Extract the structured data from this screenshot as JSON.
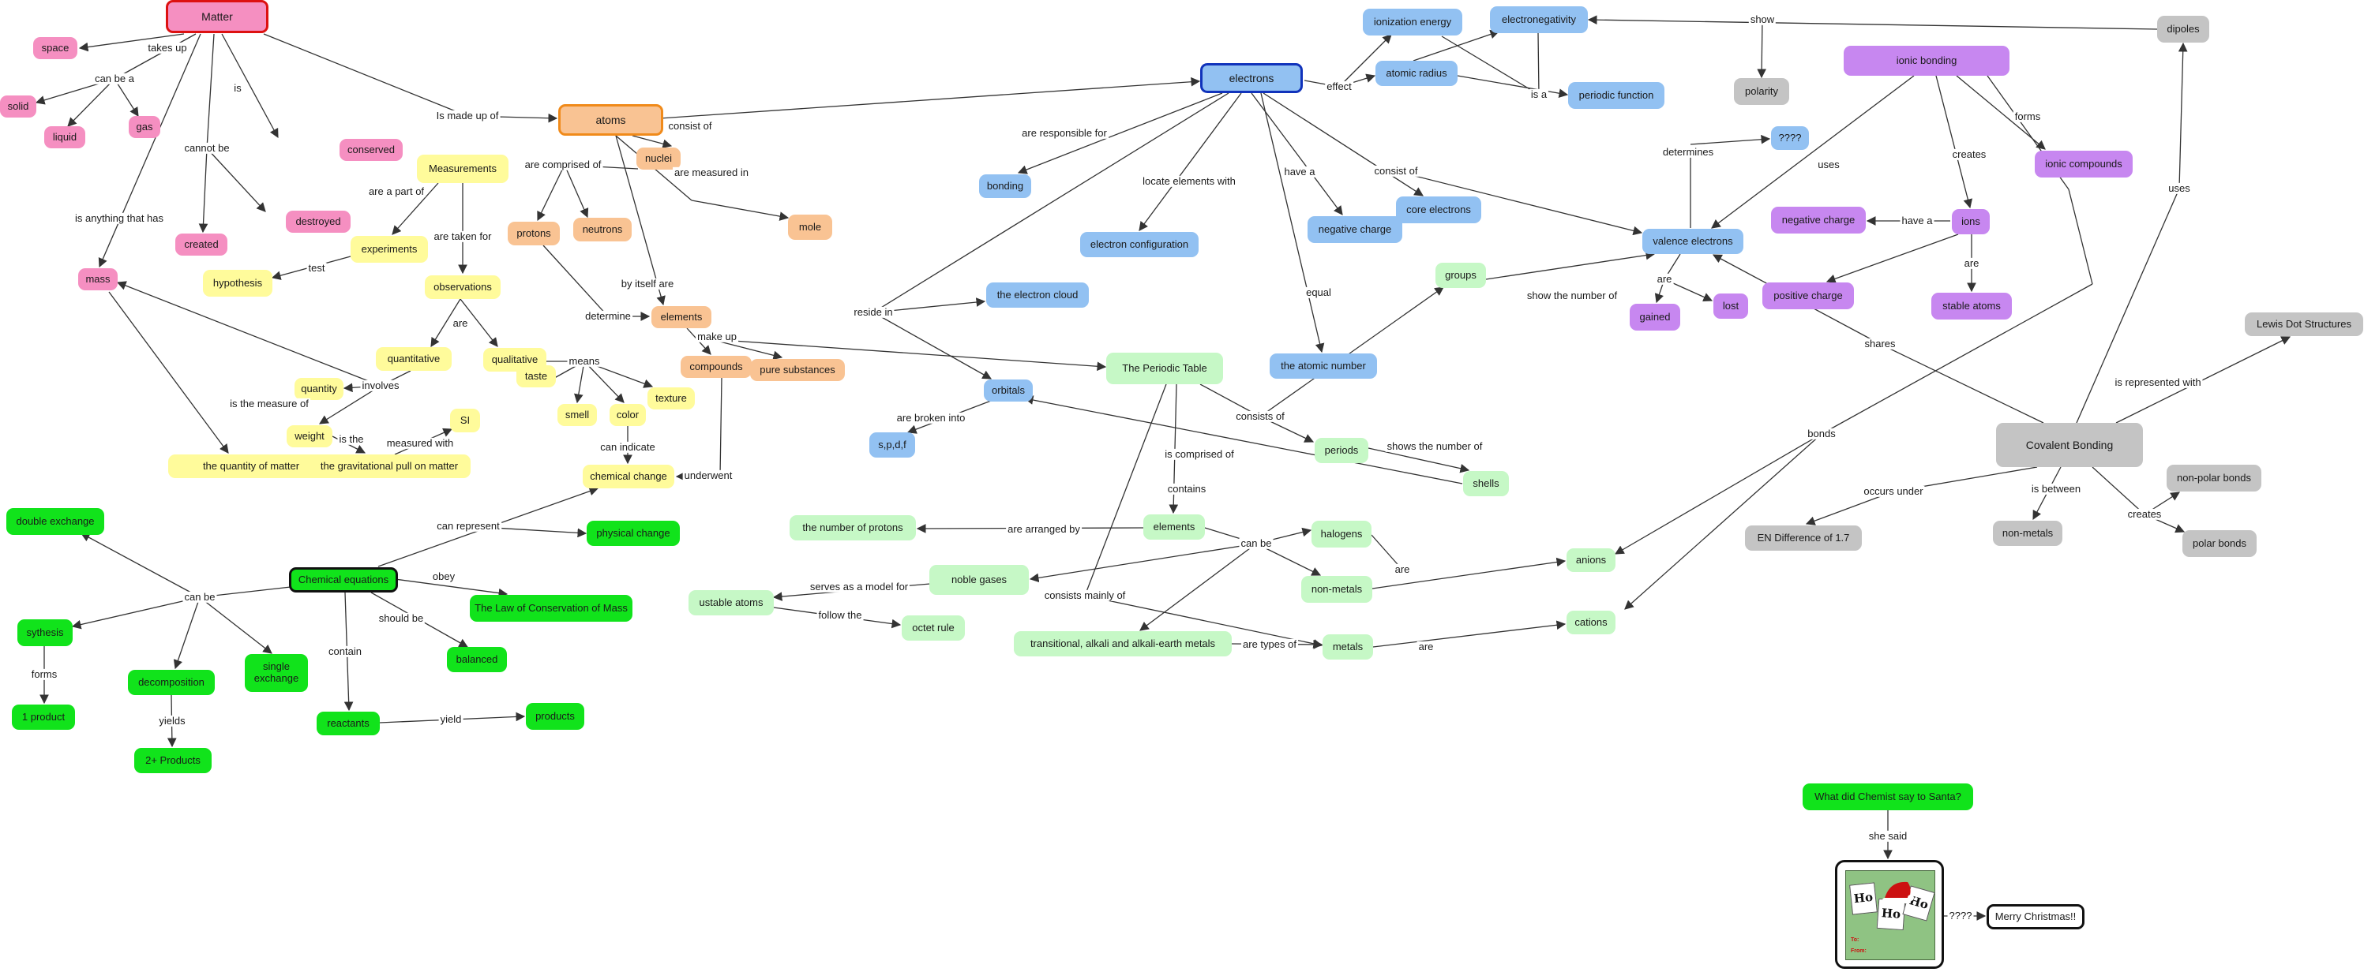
{
  "colors": {
    "pink": "#f58fc1",
    "orange": "#f9c393",
    "yellow": "#fffb9b",
    "blue": "#92c1f2",
    "light_green": "#c6f8c6",
    "green": "#11e31b",
    "purple": "#c787f0",
    "gray": "#c4c4c4",
    "edge": "#333333",
    "card_bg": "#8fc383",
    "hat_red": "#cc1111"
  },
  "nodes": {
    "matter": "Matter",
    "space": "space",
    "solid": "solid",
    "liquid": "liquid",
    "gas": "gas",
    "conserved": "conserved",
    "created": "created",
    "destroyed": "destroyed",
    "mass": "mass",
    "quantity_of_matter": "the quantity of matter",
    "atoms": "atoms",
    "nuclei": "nuclei",
    "protons": "protons",
    "neutrons": "neutrons",
    "mole": "mole",
    "elements_o": "elements",
    "compounds": "compounds",
    "pure_substances": "pure substances",
    "measurements": "Measurements",
    "experiments": "experiments",
    "hypothesis": "hypothesis",
    "observations": "observations",
    "quantitative": "quantitative",
    "qualitative": "qualitative",
    "quantity": "quantity",
    "weight": "weight",
    "grav_pull": "the gravitational pull on matter",
    "si": "SI",
    "taste": "taste",
    "smell": "smell",
    "color": "color",
    "texture": "texture",
    "chemical_change": "chemical change",
    "physical_change": "physical change",
    "chem_eq": "Chemical equations",
    "double_exchange": "double exchange",
    "synthesis": "sythesis",
    "one_product": "1 product",
    "decomposition": "decomposition",
    "two_products": "2+ Products",
    "single_exchange": "single exchange",
    "reactants": "reactants",
    "products": "products",
    "conservation_law": "The Law of Conservation of Mass",
    "balanced": "balanced",
    "electrons": "electrons",
    "bonding": "bonding",
    "electron_config": "electron configuration",
    "electron_cloud": "the electron cloud",
    "orbitals": "orbitals",
    "spdf": "s,p,d,f",
    "negative_charge_e": "negative charge",
    "core_electrons": "core electrons",
    "atomic_number": "the atomic number",
    "ionization_energy": "ionization energy",
    "electronegativity": "electronegativity",
    "atomic_radius": "atomic radius",
    "periodic_function": "periodic function",
    "dipoles": "dipoles",
    "polarity": "polarity",
    "ionic_bonding": "ionic bonding",
    "qqqq": "????",
    "ionic_compounds": "ionic compounds",
    "valence_electrons": "valence electrons",
    "negative_charge_p": "negative charge",
    "ions": "ions",
    "positive_charge": "positive charge",
    "stable_atoms": "stable atoms",
    "gained": "gained",
    "lost": "lost",
    "periodic_table": "The Periodic Table",
    "groups": "groups",
    "periods": "periods",
    "shells": "shells",
    "elements_g": "elements",
    "num_protons": "the number of protons",
    "noble_gases": "noble gases",
    "unstable_atoms": "ustable atoms",
    "octet_rule": "octet rule",
    "halogens": "halogens",
    "nonmetals_g": "non-metals",
    "transitional": "transitional, alkali and alkali-earth metals",
    "metals": "metals",
    "anions": "anions",
    "cations": "cations",
    "lewis_dot": "Lewis Dot Structures",
    "covalent_bonding": "Covalent Bonding",
    "en_difference": "EN Difference of 1.7",
    "nonmetals_c": "non-metals",
    "nonpolar_bonds": "non-polar bonds",
    "polar_bonds": "polar bonds",
    "santa_question": "What did Chemist say to Santa?",
    "merry_christmas": "Merry Christmas!!"
  },
  "labels": {
    "takes_up": "takes up",
    "can_be_a": "can be a",
    "is": "is",
    "cannot_be": "cannot be",
    "is_anything_that_has": "is anything that has",
    "is_the_measure_of": "is the measure of",
    "is_made_up_of": "Is made up of",
    "consist_of_a": "consist of",
    "are_comprised_of": "are comprised of",
    "are_measured_in": "are measured in",
    "by_itself_are": "by itself are",
    "determine": "determine",
    "make_up": "make up",
    "are_a_part_of": "are a part of",
    "test": "test",
    "are_taken_for": "are taken for",
    "are": "are",
    "involves": "involves",
    "is_the": "is the",
    "measured_with": "measured with",
    "means": "means",
    "can_indicate": "can indicate",
    "underwent": "underwent",
    "can_represent": "can represent",
    "obey": "obey",
    "can_be": "can be",
    "should_be": "should be",
    "contain": "contain",
    "forms": "forms",
    "yields": "yields",
    "yield": "yield",
    "are_responsible_for": "are responsible for",
    "locate_elements_with": "locate elements with",
    "have_a": "have a",
    "consist_of_e": "consist of",
    "equal": "equal",
    "reside_in": "reside in",
    "are_broken_into": "are broken into",
    "effect": "effect",
    "is_a": "is a",
    "show": "show",
    "determines": "determines",
    "uses": "uses",
    "creates": "creates",
    "forms_i": "forms",
    "have_a_i": "have a",
    "are_i": "are",
    "are_v": "are",
    "show_the_number_of": "show the number of",
    "consists_of": "consists of",
    "shows_the_number_of": "shows the number of",
    "contains": "contains",
    "is_comprised_of": "is comprised of",
    "are_arranged_by": "are arranged by",
    "can_be_g": "can be",
    "serves_as_a_model_for": "serves as a model for",
    "follow_the": "follow the",
    "consists_mainly_of": "consists mainly of",
    "are_types_of": "are types of",
    "are_h": "are",
    "are_m": "are",
    "bonds": "bonds",
    "shares": "shares",
    "uses_c": "uses",
    "is_represented_with": "is represented with",
    "occurs_under": "occurs under",
    "is_between": "is between",
    "creates_c": "creates",
    "she_said": "she said",
    "qqqq_edge": "????"
  },
  "card": {
    "words": [
      "Ho",
      "Ho",
      "Ho"
    ],
    "to_label": "To:",
    "from_label": "From:"
  }
}
